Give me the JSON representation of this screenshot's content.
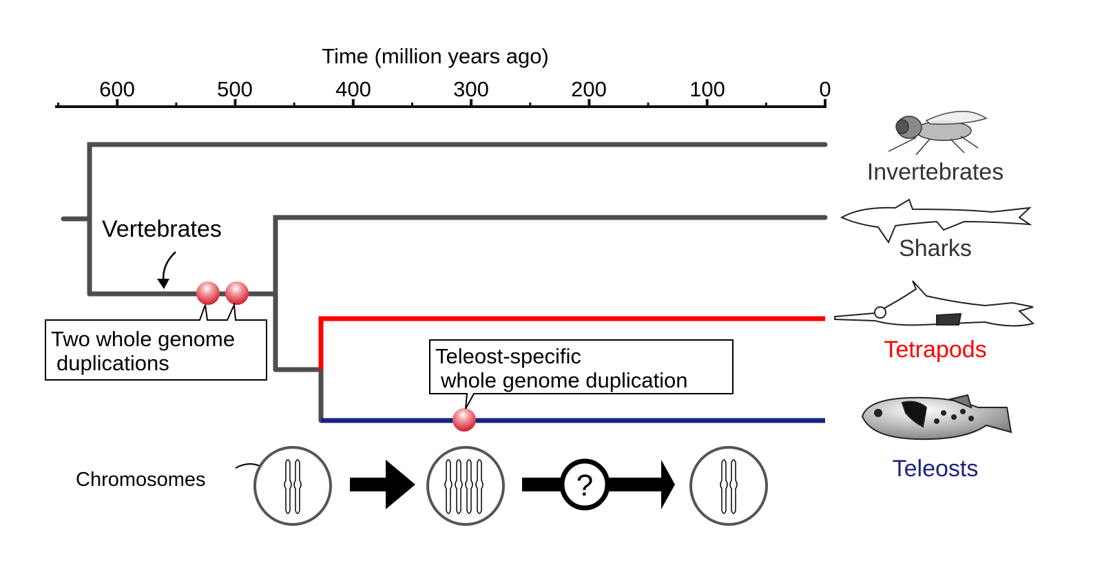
{
  "axis": {
    "title": "Time (million years ago)",
    "ticks": [
      "600",
      "500",
      "400",
      "300",
      "200",
      "100",
      "0"
    ]
  },
  "taxa": {
    "invertebrates": "Invertebrates",
    "sharks": "Sharks",
    "tetrapods": "Tetrapods",
    "teleosts": "Teleosts"
  },
  "labels": {
    "vertebrates": "Vertebrates",
    "two_wgd_line1": "Two whole genome",
    "two_wgd_line2": "duplications",
    "ts_wgd_line1": "Teleost-specific",
    "ts_wgd_line2": "whole genome duplication",
    "chromosomes": "Chromosomes",
    "question": "?"
  },
  "colors": {
    "branch": "#4d4d4d",
    "tetrapods": "#ff0000",
    "teleosts": "#1a237e",
    "wgd_marker": "#e0303a"
  }
}
